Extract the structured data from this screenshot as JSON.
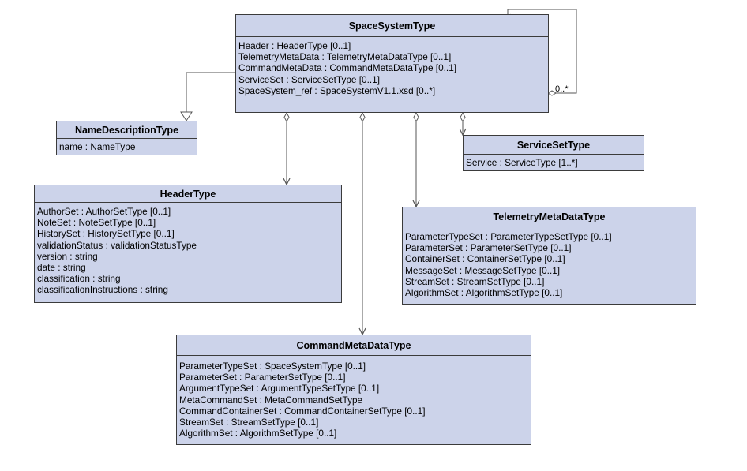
{
  "classes": {
    "space_system": {
      "name": "SpaceSystemType",
      "attributes": [
        "Header : HeaderType [0..1]",
        "TelemetryMetaData : TelemetryMetaDataType [0..1]",
        "CommandMetaData : CommandMetaDataType [0..1]",
        "ServiceSet : ServiceSetType [0..1]",
        "SpaceSystem_ref : SpaceSystemV1.1.xsd [0..*]"
      ]
    },
    "name_description": {
      "name": "NameDescriptionType",
      "attributes": [
        "name : NameType"
      ]
    },
    "service_set": {
      "name": "ServiceSetType",
      "attributes": [
        "Service : ServiceType [1..*]"
      ]
    },
    "header": {
      "name": "HeaderType",
      "attributes": [
        "AuthorSet : AuthorSetType [0..1]",
        "NoteSet : NoteSetType [0..1]",
        "HistorySet : HistorySetType [0..1]",
        "validationStatus : validationStatusType",
        "version : string",
        "date : string",
        "classification : string",
        "classificationInstructions : string"
      ]
    },
    "telemetry_meta_data": {
      "name": "TelemetryMetaDataType",
      "attributes": [
        "ParameterTypeSet : ParameterTypeSetType [0..1]",
        "ParameterSet : ParameterSetType [0..1]",
        "ContainerSet : ContainerSetType [0..1]",
        "MessageSet : MessageSetType [0..1]",
        "StreamSet : StreamSetType [0..1]",
        "AlgorithmSet : AlgorithmSetType [0..1]"
      ]
    },
    "command_meta_data": {
      "name": "CommandMetaDataType",
      "attributes": [
        "ParameterTypeSet : SpaceSystemType [0..1]",
        "ParameterSet : ParameterSetType [0..1]",
        "ArgumentTypeSet : ArgumentTypeSetType [0..1]",
        "MetaCommandSet : MetaCommandSetType",
        "CommandContainerSet : CommandContainerSetType [0..1]",
        "StreamSet : StreamSetType [0..1]",
        "AlgorithmSet : AlgorithmSetType [0..1]"
      ]
    }
  },
  "self_association": {
    "multiplicity": "0..*"
  },
  "colors": {
    "class_fill": "#ccd3ea",
    "class_border": "#3b3b3b",
    "line": "#555555"
  }
}
